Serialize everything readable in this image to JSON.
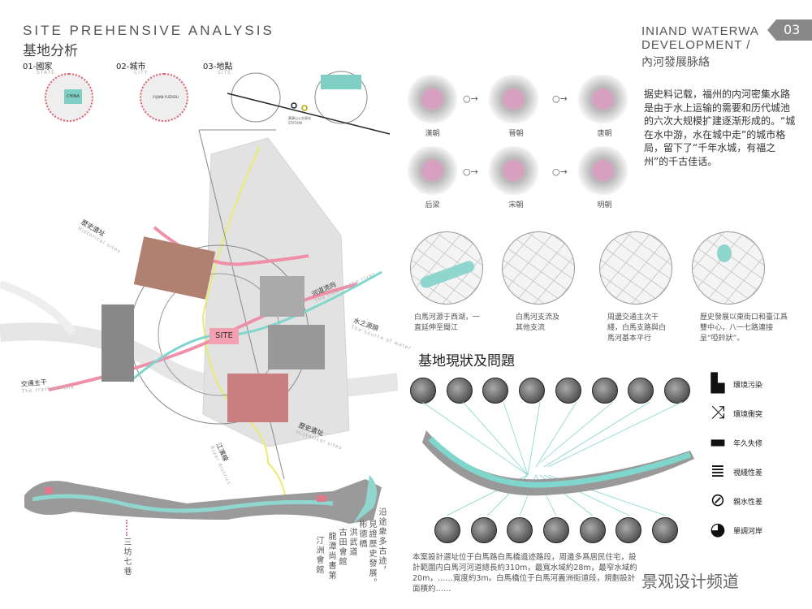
{
  "header_left": {
    "title_en": "SITE PREHENSIVE ANALYSIS",
    "title_cn": "基地分析"
  },
  "header_right": {
    "title_en_1": "INIAND WATERWA",
    "title_en_2": "DEVELOPMENT /",
    "title_cn": "內河發展脉絡",
    "page": "03"
  },
  "scales": [
    {
      "label": "01-國家",
      "sub": "STATE",
      "map_text": "CHINA"
    },
    {
      "label": "02-城市",
      "sub": "CITY",
      "map_text": "FUJIAN FUZHOU"
    },
    {
      "label": "03-地點",
      "sub": "SITE",
      "station_cn": "黄康山公交車站",
      "station_en": "STATION"
    }
  ],
  "site_map": {
    "site_label": "SITE",
    "annotations": [
      {
        "cn": "歷史遺址",
        "en": "Historical sites"
      },
      {
        "cn": "河道流向",
        "en": "The flow of the river"
      },
      {
        "cn": "水之源頭",
        "en": "The source of water"
      },
      {
        "cn": "交通主干",
        "en": "The traffic trunk"
      },
      {
        "cn": "歷史遺址",
        "en": "Historical sites"
      },
      {
        "cn": "江濱線",
        "en": "River district"
      }
    ],
    "river_labels": [
      "三坊七巷",
      "汀洲會館",
      "龍潭尚書第",
      "古田會館",
      "洪武道",
      "彬德橋"
    ],
    "note_col1": "沿途衆多古迹，",
    "note_col2": "見證歷史發展。"
  },
  "dynasties": [
    "漢朝",
    "晉朝",
    "唐朝",
    "后梁",
    "宋朝",
    "明朝"
  ],
  "history_text": "据史料记载，福州的内河密集水路是由于水上运输的需要和历代城池的六次大规模扩建逐渐形成的。“城在水中游，水在城中走”的城市格局，留下了“千年水城，有福之州”的千古佳话。",
  "river_maps": [
    {
      "caption": "白馬河源于西湖，一直延伸至閩江"
    },
    {
      "caption": "白馬河支流及其他支流"
    },
    {
      "caption": "周邊交通主次干綫，白馬支路與白馬河基本平行"
    },
    {
      "caption": "歷史發展以東街口和臺江爲雙中心，八一七路連接呈“啞鈴狀”。"
    }
  ],
  "status": {
    "title": "基地現狀及問題",
    "issues": [
      {
        "icon": "factory-icon",
        "label": "環境污染"
      },
      {
        "icon": "conflict-arrows-icon",
        "label": "環境衝突"
      },
      {
        "icon": "broken-pipe-icon",
        "label": "年久失修"
      },
      {
        "icon": "fish-stack-icon",
        "label": "視綫性差"
      },
      {
        "icon": "no-water-access-icon",
        "label": "親水性差"
      },
      {
        "icon": "bird-icon",
        "label": "單調河岸"
      }
    ],
    "description": "本案設計選址位于白馬路白馬橋遺迹路段，周邊多爲居民住宅，設計範圍内白馬河河道總長約310m，最寬水域約28m，最窄水域約20m，……寬度約3m。白馬橋位于白馬河義洲街道段，規劃設計面積約……"
  },
  "watermark": "景观设计频道"
}
